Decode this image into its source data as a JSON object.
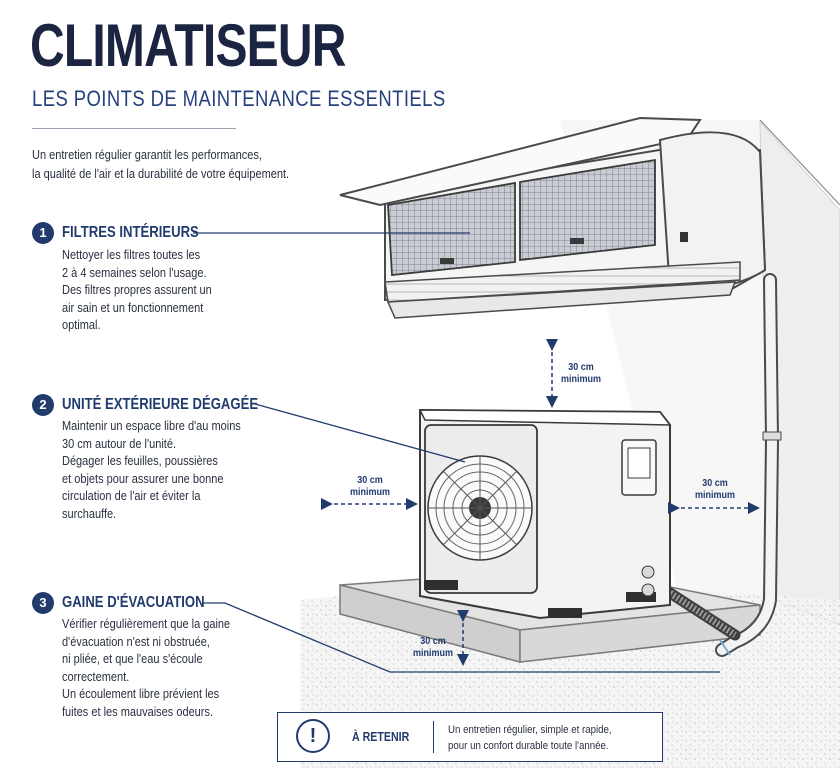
{
  "header": {
    "title": "CLIMATISEUR",
    "subtitle": "LES POINTS DE MAINTENANCE ESSENTIELS",
    "intro": [
      "Un entretien régulier garantit les performances,",
      "la qualité de l'air et la durabilité de votre équipement."
    ]
  },
  "sections": [
    {
      "number": "1",
      "title": "FILTRES INTÉRIEURS",
      "body": [
        "Nettoyer les filtres toutes les",
        "2 à 4 semaines selon l'usage.",
        "Des filtres propres assurent un",
        "air sain et un fonctionnement",
        "optimal."
      ]
    },
    {
      "number": "2",
      "title": "UNITÉ EXTÉRIEURE DÉGAGÉE",
      "body": [
        "Maintenir un espace libre d'au moins",
        "30 cm autour de l'unité.",
        "Dégager les feuilles, poussières",
        "et objets pour assurer une bonne",
        "circulation de l'air et éviter la",
        "surchauffe."
      ]
    },
    {
      "number": "3",
      "title": "GAINE D'ÉVACUATION",
      "body": [
        "Vérifier régulièrement que la gaine",
        "d'évacuation n'est ni obstruée,",
        "ni pliée, et que l'eau s'écoule",
        "correctement.",
        "Un écoulement libre prévient les",
        "fuites et les mauvaises odeurs."
      ]
    }
  ],
  "clearances": {
    "top": {
      "value": "30 cm",
      "label": "minimum"
    },
    "left": {
      "value": "30 cm",
      "label": "minimum"
    },
    "right": {
      "value": "30 cm",
      "label": "minimum"
    },
    "front": {
      "value": "30 cm",
      "label": "minimum"
    }
  },
  "reminder": {
    "icon": "!",
    "label": "À RETENIR",
    "text": [
      "Un entretien régulier, simple et rapide,",
      "pour un confort durable toute l'année."
    ]
  },
  "colors": {
    "accent": "#223b6d",
    "title": "#1b2440",
    "subtitle": "#27407c"
  },
  "icons": {
    "section_marker": "numbered-circle-icon",
    "reminder": "exclamation-circle-icon"
  }
}
